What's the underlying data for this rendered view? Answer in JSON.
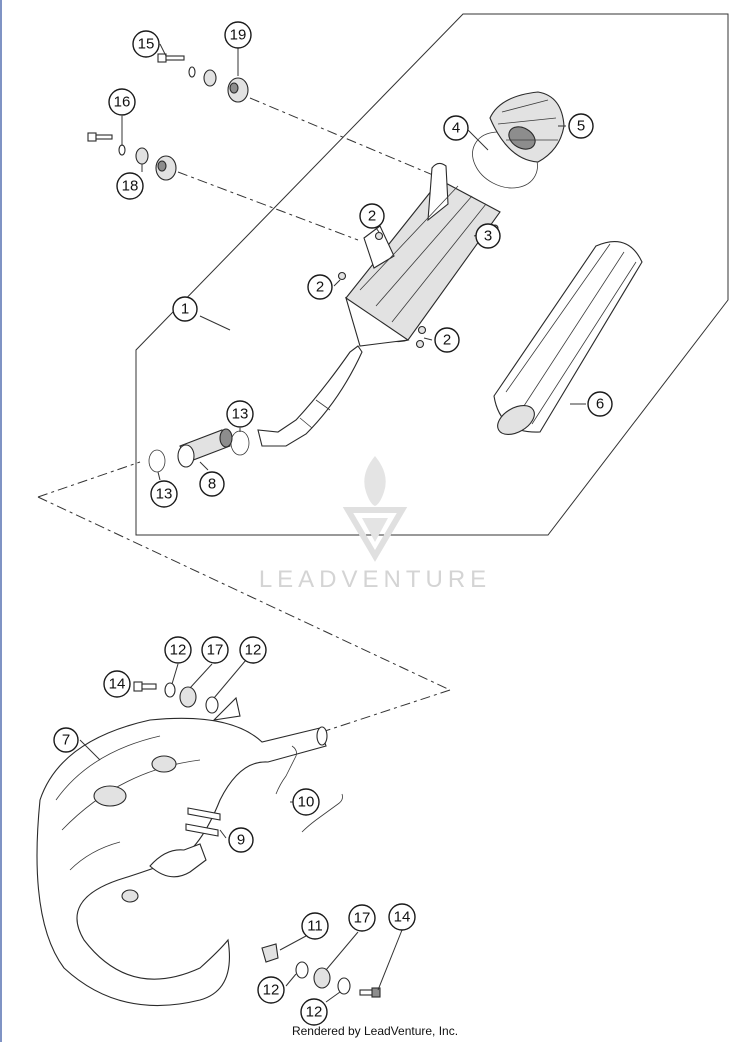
{
  "callouts": [
    {
      "id": "c15a",
      "label": "15"
    },
    {
      "id": "c19",
      "label": "19"
    },
    {
      "id": "c16",
      "label": "16"
    },
    {
      "id": "c18",
      "label": "18"
    },
    {
      "id": "c4",
      "label": "4"
    },
    {
      "id": "c5",
      "label": "5"
    },
    {
      "id": "c2a",
      "label": "2"
    },
    {
      "id": "c3",
      "label": "3"
    },
    {
      "id": "c2b",
      "label": "2"
    },
    {
      "id": "c1",
      "label": "1"
    },
    {
      "id": "c2c",
      "label": "2"
    },
    {
      "id": "c6",
      "label": "6"
    },
    {
      "id": "c13a",
      "label": "13"
    },
    {
      "id": "c13b",
      "label": "13"
    },
    {
      "id": "c8",
      "label": "8"
    },
    {
      "id": "c12a",
      "label": "12"
    },
    {
      "id": "c17a",
      "label": "17"
    },
    {
      "id": "c12b",
      "label": "12"
    },
    {
      "id": "c14a",
      "label": "14"
    },
    {
      "id": "c7",
      "label": "7"
    },
    {
      "id": "c10",
      "label": "10"
    },
    {
      "id": "c9",
      "label": "9"
    },
    {
      "id": "c11",
      "label": "11"
    },
    {
      "id": "c17b",
      "label": "17"
    },
    {
      "id": "c14b",
      "label": "14"
    },
    {
      "id": "c12c",
      "label": "12"
    },
    {
      "id": "c12d",
      "label": "12"
    }
  ],
  "watermark": {
    "text": "LEADVENTURE"
  },
  "footer": {
    "text": "Rendered by LeadVenture, Inc."
  },
  "colors": {
    "line": "#2a2a2a",
    "watermark": "#d4d4d4",
    "left_edge": "#7f93c4"
  }
}
